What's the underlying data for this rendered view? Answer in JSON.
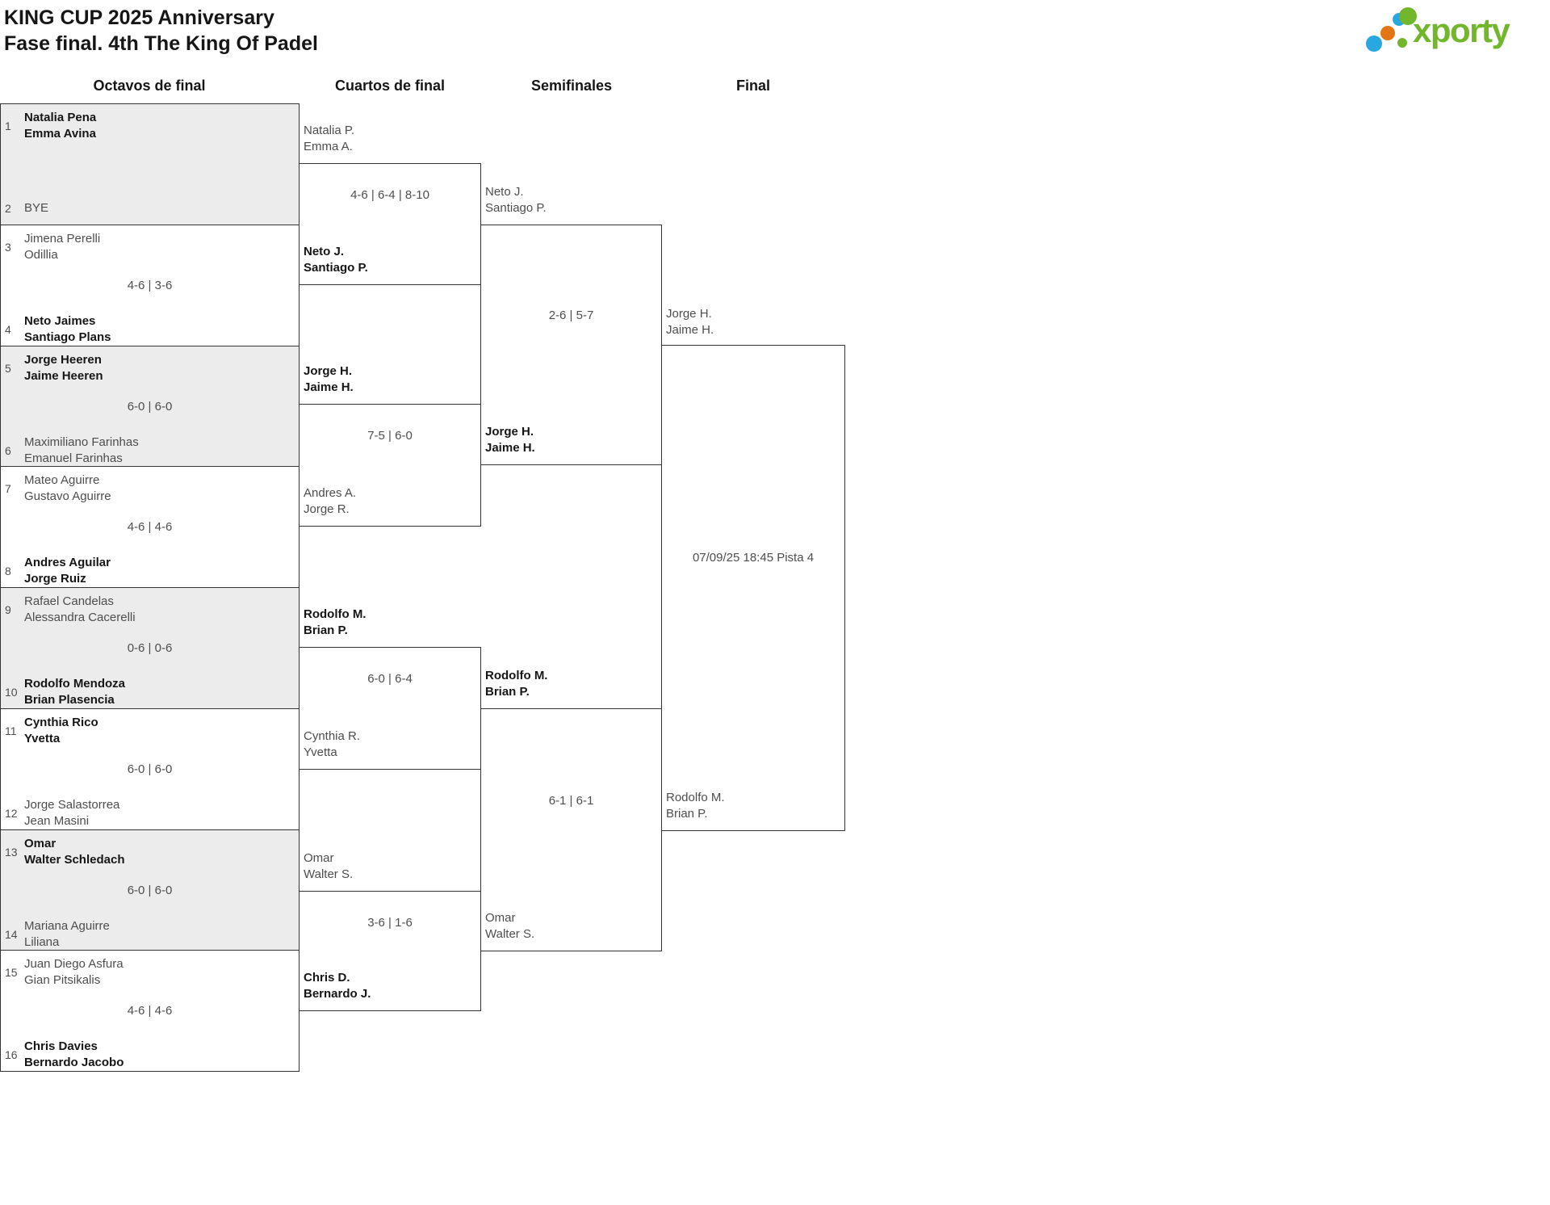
{
  "page": {
    "title_line1": "KING CUP 2025 Anniversary",
    "title_line2": "Fase final. 4th The King Of Padel"
  },
  "logo": {
    "text": "xporty"
  },
  "round_headers": [
    "Octavos de final",
    "Cuartos de final",
    "Semifinales",
    "Final"
  ],
  "octavos": [
    {
      "top_seed": "1",
      "top": [
        "Natalia Pena",
        "Emma Avina"
      ],
      "top_winner": true,
      "bottom_seed": "2",
      "bottom": [
        "BYE"
      ],
      "bottom_winner": false,
      "score": ""
    },
    {
      "top_seed": "3",
      "top": [
        "Jimena Perelli",
        "Odillia"
      ],
      "top_winner": false,
      "bottom_seed": "4",
      "bottom": [
        "Neto Jaimes",
        "Santiago Plans"
      ],
      "bottom_winner": true,
      "score": "4-6 | 3-6"
    },
    {
      "top_seed": "5",
      "top": [
        "Jorge Heeren",
        "Jaime Heeren"
      ],
      "top_winner": true,
      "bottom_seed": "6",
      "bottom": [
        "Maximiliano Farinhas",
        "Emanuel Farinhas"
      ],
      "bottom_winner": false,
      "score": "6-0 | 6-0"
    },
    {
      "top_seed": "7",
      "top": [
        "Mateo Aguirre",
        "Gustavo Aguirre"
      ],
      "top_winner": false,
      "bottom_seed": "8",
      "bottom": [
        "Andres Aguilar",
        "Jorge Ruiz"
      ],
      "bottom_winner": true,
      "score": "4-6 | 4-6"
    },
    {
      "top_seed": "9",
      "top": [
        "Rafael Candelas",
        "Alessandra Cacerelli"
      ],
      "top_winner": false,
      "bottom_seed": "10",
      "bottom": [
        "Rodolfo Mendoza",
        "Brian Plasencia"
      ],
      "bottom_winner": true,
      "score": "0-6 | 0-6"
    },
    {
      "top_seed": "11",
      "top": [
        "Cynthia Rico",
        "Yvetta"
      ],
      "top_winner": true,
      "bottom_seed": "12",
      "bottom": [
        "Jorge Salastorrea",
        "Jean Masini"
      ],
      "bottom_winner": false,
      "score": "6-0 | 6-0"
    },
    {
      "top_seed": "13",
      "top": [
        "Omar",
        "Walter Schledach"
      ],
      "top_winner": true,
      "bottom_seed": "14",
      "bottom": [
        "Mariana Aguirre",
        "Liliana"
      ],
      "bottom_winner": false,
      "score": "6-0 | 6-0"
    },
    {
      "top_seed": "15",
      "top": [
        "Juan Diego Asfura",
        "Gian Pitsikalis"
      ],
      "top_winner": false,
      "bottom_seed": "16",
      "bottom": [
        "Chris Davies",
        "Bernardo Jacobo"
      ],
      "bottom_winner": true,
      "score": "4-6 | 4-6"
    }
  ],
  "cuartos": [
    {
      "top": [
        "Natalia P.",
        "Emma A."
      ],
      "top_winner": false,
      "bottom": [
        "Neto J.",
        "Santiago P."
      ],
      "bottom_winner": true,
      "score": "4-6 | 6-4 | 8-10"
    },
    {
      "top": [
        "Jorge H.",
        "Jaime H."
      ],
      "top_winner": true,
      "bottom": [
        "Andres A.",
        "Jorge R."
      ],
      "bottom_winner": false,
      "score": "7-5 | 6-0"
    },
    {
      "top": [
        "Rodolfo M.",
        "Brian P."
      ],
      "top_winner": true,
      "bottom": [
        "Cynthia R.",
        "Yvetta"
      ],
      "bottom_winner": false,
      "score": "6-0 | 6-4"
    },
    {
      "top": [
        "Omar",
        "Walter S."
      ],
      "top_winner": false,
      "bottom": [
        "Chris D.",
        "Bernardo J."
      ],
      "bottom_winner": true,
      "score": "3-6 | 1-6"
    }
  ],
  "semifinales": [
    {
      "top": [
        "Neto J.",
        "Santiago P."
      ],
      "top_winner": false,
      "bottom": [
        "Jorge H.",
        "Jaime H."
      ],
      "bottom_winner": true,
      "score": "2-6 | 5-7"
    },
    {
      "top": [
        "Rodolfo M.",
        "Brian P."
      ],
      "top_winner": true,
      "bottom": [
        "Omar",
        "Walter S."
      ],
      "bottom_winner": false,
      "score": "6-1 | 6-1"
    }
  ],
  "final": {
    "top": [
      "Jorge H.",
      "Jaime H."
    ],
    "top_winner": false,
    "bottom": [
      "Rodolfo M.",
      "Brian P."
    ],
    "bottom_winner": false,
    "schedule": "07/09/25 18:45 Pista 4"
  },
  "colors": {
    "line": "#333333",
    "shaded_bg": "#ececec",
    "winner_text": "#161616",
    "loser_text": "#4d4d4d",
    "logo_green": "#72b62c",
    "logo_blue": "#29a8e0",
    "logo_orange": "#e27612"
  }
}
